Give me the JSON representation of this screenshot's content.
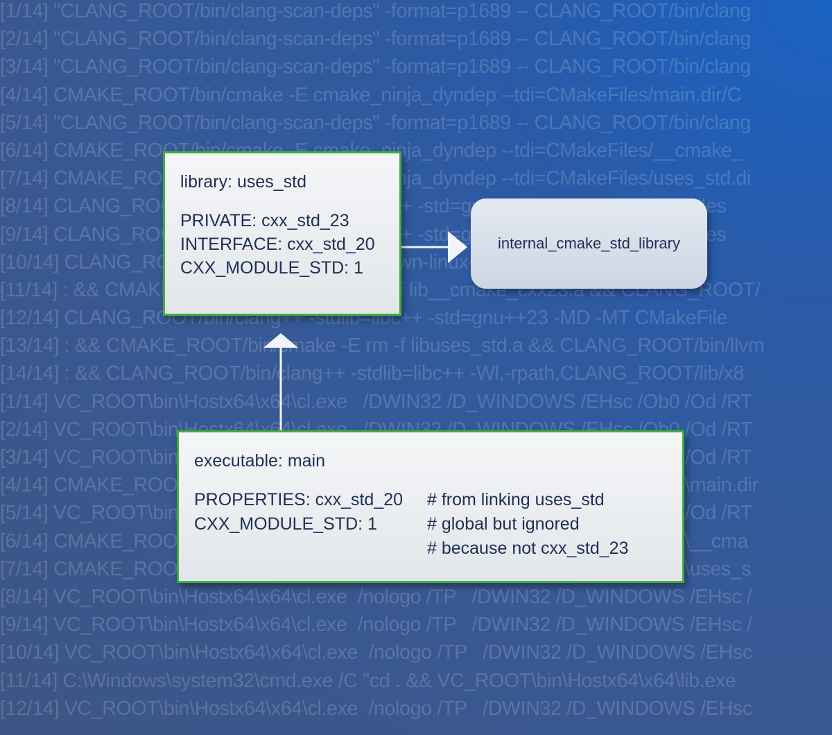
{
  "background_log": [
    "[1/14] \"CLANG_ROOT/bin/clang-scan-deps\" -format=p1689 -- CLANG_ROOT/bin/clang",
    "[2/14] \"CLANG_ROOT/bin/clang-scan-deps\" -format=p1689 -- CLANG_ROOT/bin/clang",
    "[3/14] \"CLANG_ROOT/bin/clang-scan-deps\" -format=p1689 -- CLANG_ROOT/bin/clang",
    "[4/14] CMAKE_ROOT/bin/cmake -E cmake_ninja_dyndep --tdi=CMakeFiles/main.dir/C",
    "[5/14] \"CLANG_ROOT/bin/clang-scan-deps\" -format=p1689 -- CLANG_ROOT/bin/clang",
    "[6/14] CMAKE_ROOT/bin/cmake -E cmake_ninja_dyndep --tdi=CMakeFiles/__cmake_",
    "[7/14] CMAKE_ROOT/bin/cmake -E cmake_ninja_dyndep --tdi=CMakeFiles/uses_std.di",
    "[8/14] CLANG_ROOT/bin/clang++ -stdlib=libc++ -std=gnu++20 -MD -MT CMakeFiles",
    "[9/14] CLANG_ROOT/bin/clang++ -stdlib=libc++ -std=gnu++23 -MD -MT CMakeFiles",
    "[10/14] CLANG_ROOT/bin/../lib/x86_64-unknown-linux-gnu/libc++.modules.json",
    "[11/14] : && CMAKE_ROOT/bin/cmake -E rm -f lib__cmake_cxx23.a && CLANG_ROOT/",
    "[12/14] CLANG_ROOT/bin/clang++ -stdlib=libc++ -std=gnu++23 -MD -MT CMakeFile",
    "[13/14] : && CMAKE_ROOT/bin/cmake -E rm -f libuses_std.a && CLANG_ROOT/bin/llvm",
    "[14/14] : && CLANG_ROOT/bin/clang++ -stdlib=libc++ -Wl,-rpath,CLANG_ROOT/lib/x8",
    "[1/14] VC_ROOT\\bin\\Hostx64\\x64\\cl.exe   /DWIN32 /D_WINDOWS /EHsc /Ob0 /Od /RT",
    "[2/14] VC_ROOT\\bin\\Hostx64\\x64\\cl.exe   /DWIN32 /D_WINDOWS /EHsc /Ob0 /Od /RT",
    "[3/14] VC_ROOT\\bin\\Hostx64\\x64\\cl.exe   /DWIN32 /D_WINDOWS /EHsc /Ob0 /Od /RT",
    "[4/14] CMAKE_ROOT\\bin\\cmake.exe -E cmake_ninja_dyndep --tdi=CMakeFiles\\main.dir",
    "[5/14] VC_ROOT\\bin\\Hostx64\\x64\\cl.exe   /DWIN32 /D_WINDOWS /EHsc /Ob0 /Od /RT",
    "[6/14] CMAKE_ROOT\\bin\\cmake.exe -E cmake_ninja_dyndep --tdi=CMakeFiles\\__cma",
    "[7/14] CMAKE_ROOT\\bin\\cmake.exe -E cmake_ninja_dyndep --tdi=CMakeFiles\\uses_s",
    "[8/14] VC_ROOT\\bin\\Hostx64\\x64\\cl.exe  /nologo /TP   /DWIN32 /D_WINDOWS /EHsc /",
    "[9/14] VC_ROOT\\bin\\Hostx64\\x64\\cl.exe  /nologo /TP   /DWIN32 /D_WINDOWS /EHsc /",
    "[10/14] VC_ROOT\\bin\\Hostx64\\x64\\cl.exe  /nologo /TP   /DWIN32 /D_WINDOWS /EHsc",
    "[11/14] C:\\Windows\\system32\\cmd.exe /C \"cd . && VC_ROOT\\bin\\Hostx64\\x64\\lib.exe",
    "[12/14] VC_ROOT\\bin\\Hostx64\\x64\\cl.exe  /nologo /TP   /DWIN32 /D_WINDOWS /EHsc"
  ],
  "library_node": {
    "title": "library: uses_std",
    "private": "PRIVATE: cxx_std_23",
    "interface": "INTERFACE: cxx_std_20",
    "module_std": "CXX_MODULE_STD: 1"
  },
  "std_library_node": {
    "label": "internal_cmake_std_library"
  },
  "executable_node": {
    "title": "executable: main",
    "properties": "PROPERTIES: cxx_std_20",
    "properties_comment": "# from linking uses_std",
    "module_std": "CXX_MODULE_STD: 1",
    "module_std_comment": "# global but ignored",
    "module_std_comment_2": "# because not cxx_std_23"
  },
  "colors": {
    "node_border": "#3fae3a",
    "node_text": "#1e2f55",
    "arrow": "#f2f4f8"
  }
}
